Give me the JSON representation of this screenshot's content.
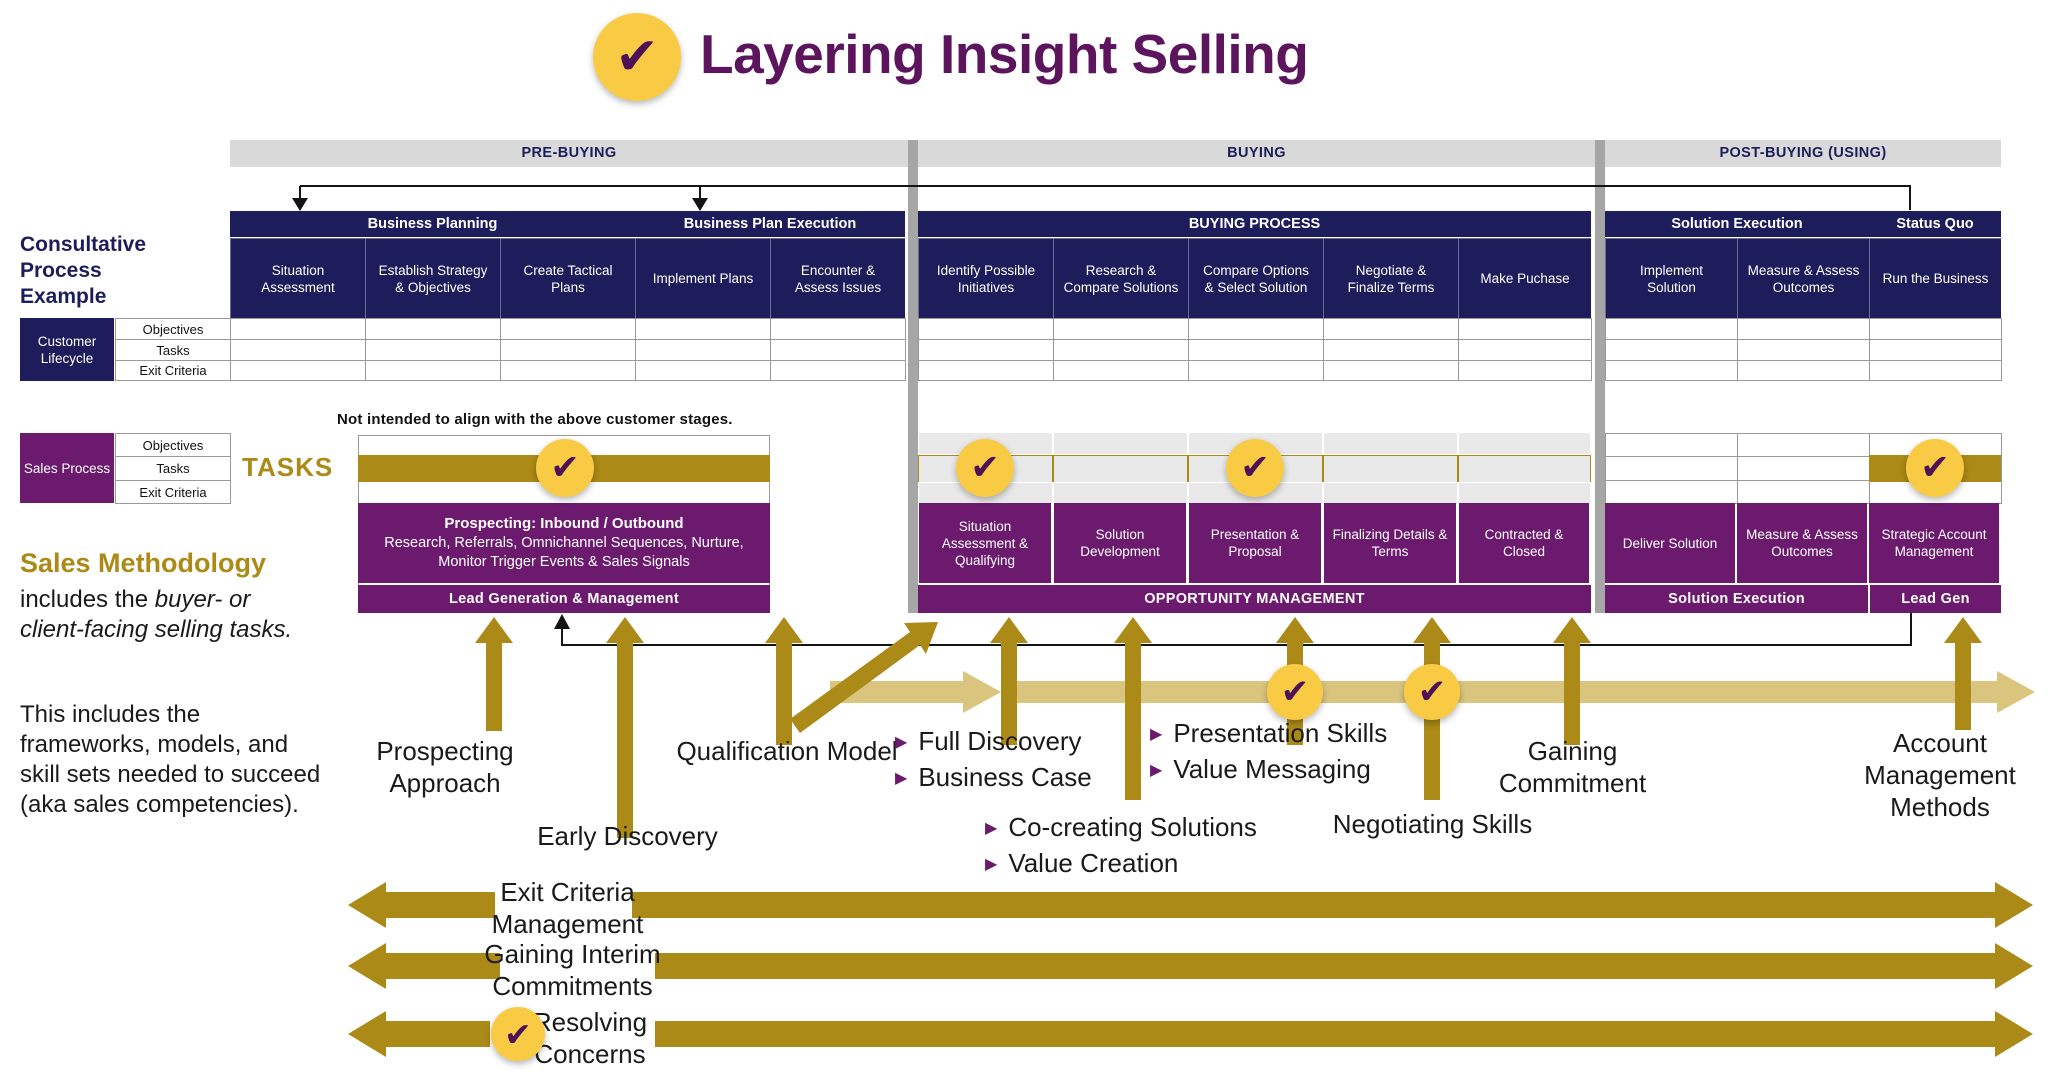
{
  "title": "Layering Insight Selling",
  "phase_band": {
    "pre": "PRE-BUYING",
    "buying": "BUYING",
    "post": "POST-BUYING (USING)"
  },
  "left_labels": {
    "consultative": "Consultative Process Example",
    "customer_lifecycle": "Customer Lifecycle",
    "sales_process": "Sales Process",
    "row_labels": [
      "Objectives",
      "Tasks",
      "Exit Criteria"
    ]
  },
  "process_table": {
    "group_headers": [
      "Business Planning",
      "Business Plan Execution",
      "BUYING PROCESS",
      "Solution Execution",
      "Status Quo"
    ],
    "stages": [
      "Situation Assessment",
      "Establish Strategy & Objectives",
      "Create Tactical Plans",
      "Implement Plans",
      "Encounter & Assess Issues",
      "Identify Possible Initiatives",
      "Research & Compare Solutions",
      "Compare Options & Select Solution",
      "Negotiate & Finalize Terms",
      "Make Puchase",
      "Implement Solution",
      "Measure & Assess Outcomes",
      "Run the Business"
    ]
  },
  "note": "Not intended to align with the above customer stages.",
  "tasks_label": "TASKS",
  "sales_tasks": {
    "prospecting_title": "Prospecting: Inbound / Outbound",
    "prospecting_detail": "Research, Referrals, Omnichannel Sequences, Nurture, Monitor Trigger Events & Sales Signals",
    "lead_generation": "Lead Generation & Management",
    "buying_stages": [
      "Situation Assessment & Qualifying",
      "Solution Development",
      "Presentation & Proposal",
      "Finalizing Details & Terms",
      "Contracted & Closed"
    ],
    "opportunity_management": "OPPORTUNITY MANAGEMENT",
    "post_stages": [
      "Deliver Solution",
      "Measure & Assess Outcomes",
      "Strategic Account Management"
    ],
    "solution_execution": "Solution Execution",
    "lead_gen": "Lead Gen"
  },
  "methodology": {
    "heading": "Sales Methodology",
    "lead_regular": "includes the ",
    "lead_italic": "buyer- or client-facing selling tasks.",
    "body": "This includes the frameworks, models, and skill sets needed to succeed (aka sales competencies)."
  },
  "skills": {
    "prospecting_approach": "Prospecting Approach",
    "early_discovery": "Early Discovery",
    "qualification_model": "Qualification Model",
    "discovery_bullets": [
      "Full Discovery",
      "Business Case"
    ],
    "presentation_bullets": [
      "Presentation Skills",
      "Value Messaging"
    ],
    "cocreation_bullets": [
      "Co-creating Solutions",
      "Value Creation"
    ],
    "negotiating_skills": "Negotiating Skills",
    "gaining_commitment": "Gaining Commitment",
    "account_management": "Account Management Methods"
  },
  "bottom_arrows": [
    "Exit Criteria Management",
    "Gaining Interim Commitments",
    "Resolving Concerns"
  ],
  "colors": {
    "navy": "#1D1D5C",
    "purple": "#6B1A6E",
    "title_purple": "#5C145C",
    "gold": "#AC8A17",
    "pale_gold": "#D9C57E",
    "badge_gold": "#F9CB45",
    "check_purple": "#4E1158",
    "band_gray": "#D9D9D9",
    "divider_gray": "#A6A6A6"
  }
}
